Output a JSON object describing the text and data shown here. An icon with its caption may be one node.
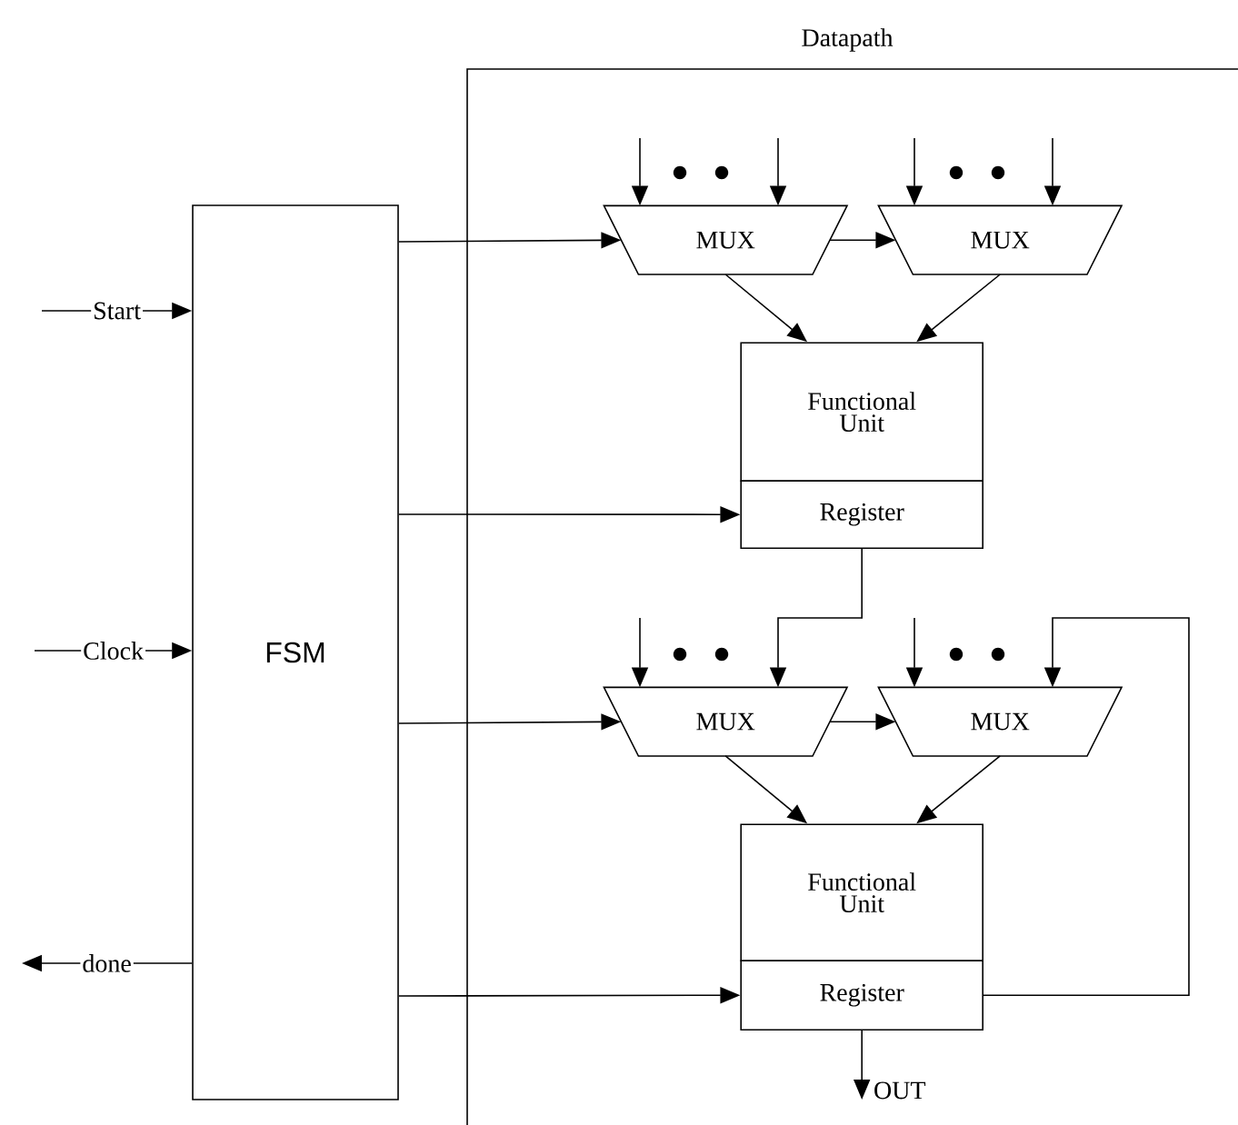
{
  "diagram": {
    "nodes": [
      {
        "text": [
          "Datapath"
        ]
      },
      {
        "text": [
          "FSM"
        ]
      },
      {
        "text": [
          "MUX"
        ],
        "in": 0
      },
      {
        "text": [
          "MUX"
        ],
        "in": 0
      },
      {
        "text": [
          "Functional Unit"
        ],
        "in": 0
      },
      {
        "text": [
          "Register"
        ],
        "in": 0
      },
      {
        "text": [
          "MUX"
        ],
        "in": 0
      },
      {
        "text": [
          "MUX"
        ],
        "in": 0
      },
      {
        "text": [
          "Functional Unit"
        ],
        "in": 0
      },
      {
        "text": [
          "Register"
        ],
        "in": 0
      }
    ],
    "edges": [
      {
        "from": null,
        "to": 1,
        "arrow": "to",
        "label": "Start"
      },
      {
        "from": null,
        "to": 1,
        "arrow": "to",
        "label": "Clock"
      },
      {
        "from": 1,
        "to": null,
        "arrow": "to",
        "label": "done"
      },
      {
        "from": 1,
        "to": 2,
        "arrow": "to"
      },
      {
        "from": 1,
        "to": 5,
        "arrow": "to"
      },
      {
        "from": 1,
        "to": 6,
        "arrow": "to"
      },
      {
        "from": 1,
        "to": 9,
        "arrow": "to"
      },
      {
        "from": null,
        "to": 2,
        "arrow": "to"
      },
      {
        "from": null,
        "to": 2,
        "arrow": "to"
      },
      {
        "from": null,
        "to": 3,
        "arrow": "to"
      },
      {
        "from": null,
        "to": 3,
        "arrow": "to"
      },
      {
        "from": 2,
        "to": 3,
        "arrow": "to"
      },
      {
        "from": 2,
        "to": 4,
        "arrow": "to"
      },
      {
        "from": 3,
        "to": 4,
        "arrow": "to"
      },
      {
        "from": 5,
        "to": 6,
        "arrow": "to"
      },
      {
        "from": null,
        "to": 6,
        "arrow": "to"
      },
      {
        "from": null,
        "to": 7,
        "arrow": "to"
      },
      {
        "from": 6,
        "to": 7,
        "arrow": "to"
      },
      {
        "from": 6,
        "to": 8,
        "arrow": "to"
      },
      {
        "from": 7,
        "to": 8,
        "arrow": "to"
      },
      {
        "from": 9,
        "to": 7,
        "arrow": "to"
      },
      {
        "from": 9,
        "to": null,
        "arrow": "to",
        "label": "OUT"
      }
    ]
  }
}
